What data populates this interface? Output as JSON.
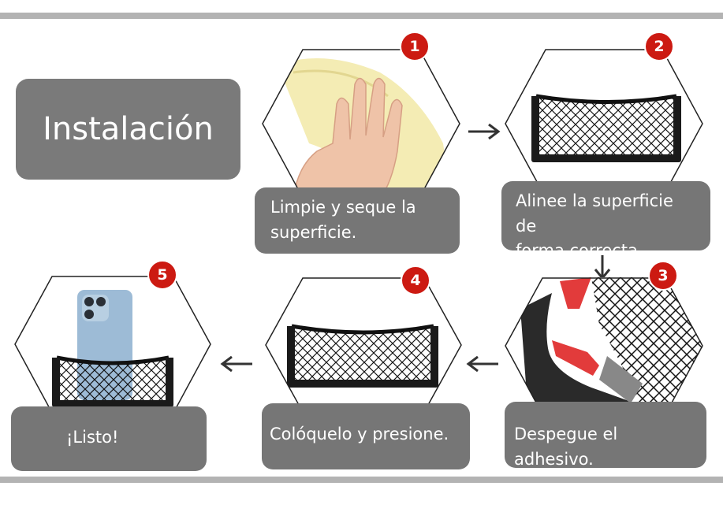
{
  "title": "Instalación",
  "steps": [
    {
      "number": "1",
      "caption_line1": "Limpie y seque la",
      "caption_line2": "superficie.",
      "image": "hand-wiping-cloth"
    },
    {
      "number": "2",
      "caption_line1": "Alinee la superficie de",
      "caption_line2": "forma correcta.",
      "image": "net-organizer"
    },
    {
      "number": "3",
      "caption": "Despegue el adhesivo.",
      "image": "peeling-adhesive-corner"
    },
    {
      "number": "4",
      "caption": "Colóquelo y presione.",
      "image": "net-organizer"
    },
    {
      "number": "5",
      "caption": "¡Listo!",
      "image": "net-organizer-with-phone"
    }
  ],
  "colors": {
    "badge": "#cc1a12",
    "caption_bg": "#767676",
    "frame": "#b3b3b3",
    "hex_border": "#222222"
  },
  "arrows": [
    "arrow-right-icon",
    "arrow-down-icon",
    "arrow-left-icon",
    "arrow-left-icon"
  ]
}
